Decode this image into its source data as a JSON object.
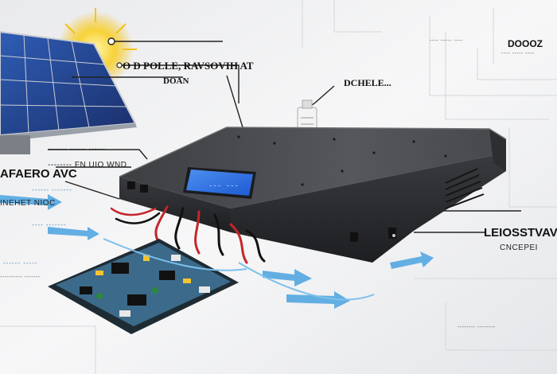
{
  "labels": {
    "top_left": "O D POLLE, RAVSOVIH AT",
    "top_left_sub": "DOAN",
    "top_center": "DCHELE...",
    "top_right": "DOOOZ",
    "top_right_sub": "---- ----- ----",
    "left_top": "------- ------ ------",
    "left_mid": "-------- FN UIO WND",
    "left_main": "AFAERO AVC",
    "left_sub_blue": "------ -------",
    "left_sub": "INEHET NIOC",
    "left_blue_2": "---- -------",
    "left_blue_3": "------ -----",
    "left_bottom": "---------- -------",
    "right_main": "LEIOSSTVAV",
    "right_sub": "CNCEPEI",
    "right_bottom": "-------- --------",
    "display_text": "--- ---"
  },
  "colors": {
    "background": "#f1f2f4",
    "device_top": "#4a4c50",
    "device_side": "#2a2b2e",
    "display": "#2f73e6",
    "sun": "#f5c21a",
    "panel": "#1f3f86",
    "pcb": "#3c6a8a",
    "accent_blue": "#4aa3e0"
  }
}
